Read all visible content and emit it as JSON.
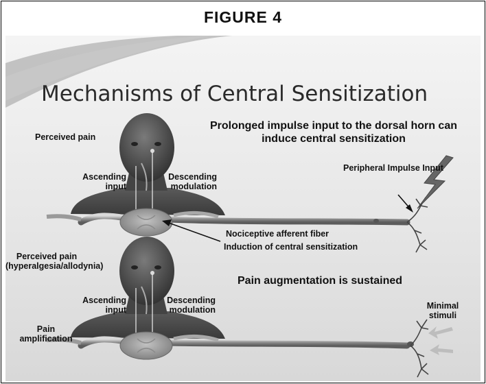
{
  "figure_title": "FIGURE 4",
  "slide_title": "Mechanisms of Central Sensitization",
  "top_panel": {
    "headline_line1": "Prolonged impulse input to the dorsal horn can",
    "headline_line2": "induce central sensitization",
    "perceived_pain": "Perceived pain",
    "ascending_line1": "Ascending",
    "ascending_line2": "input",
    "descending_line1": "Descending",
    "descending_line2": "modulation",
    "peripheral_input": "Peripheral Impulse Input",
    "nociceptive_fiber": "Nociceptive afferent fiber",
    "induction": "Induction of central sensitization"
  },
  "bottom_panel": {
    "perceived_pain_line1": "Perceived pain",
    "perceived_pain_line2": "(hyperalgesia/allodynia)",
    "headline": "Pain augmentation is sustained",
    "ascending_line1": "Ascending",
    "ascending_line2": "input",
    "descending_line1": "Descending",
    "descending_line2": "modulation",
    "amplification_line1": "Pain",
    "amplification_line2": "amplification",
    "minimal_line1": "Minimal",
    "minimal_line2": "stimuli"
  }
}
